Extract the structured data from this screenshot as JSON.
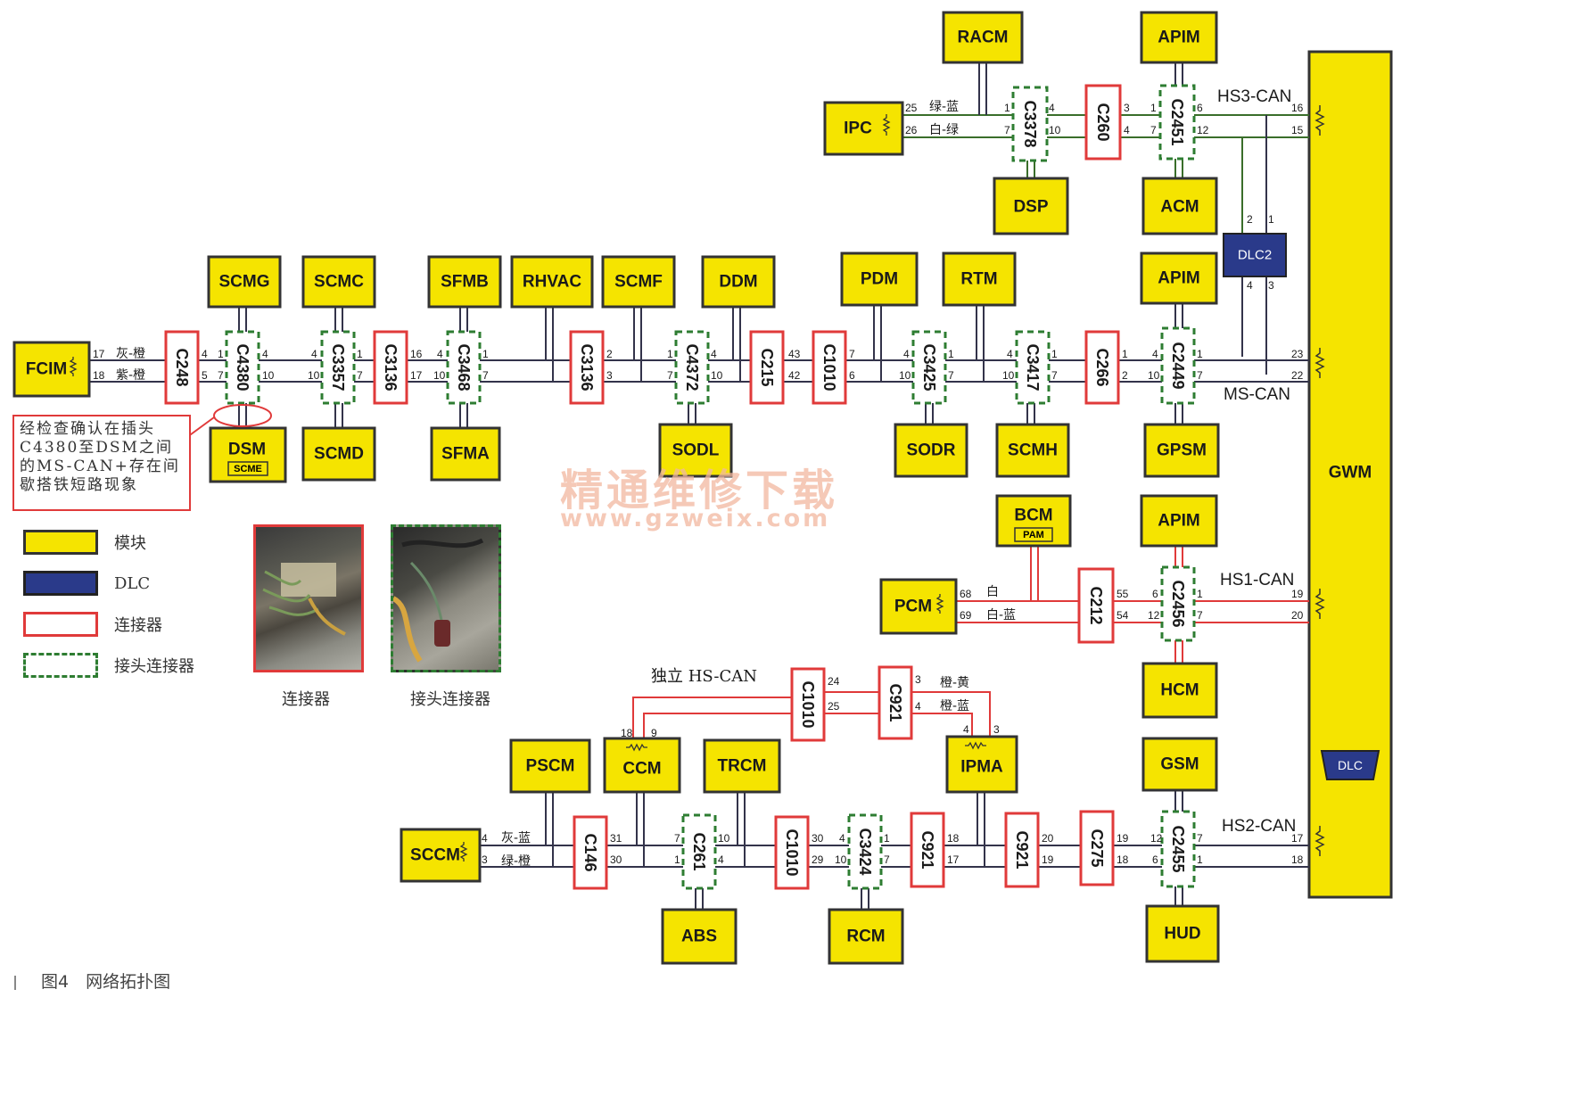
{
  "modules": {
    "racm": "RACM",
    "apim_top": "APIM",
    "ipc": "IPC",
    "dsp": "DSP",
    "acm": "ACM",
    "fcim": "FCIM",
    "scmg": "SCMG",
    "scmc": "SCMC",
    "sfmb": "SFMB",
    "rhvac": "RHVAC",
    "scmf": "SCMF",
    "ddm": "DDM",
    "pdm": "PDM",
    "rtm": "RTM",
    "apim_mid": "APIM",
    "dsm": "DSM",
    "dsm_sub": "SCME",
    "scmd": "SCMD",
    "sfma": "SFMA",
    "sodl": "SODL",
    "sodr": "SODR",
    "scmh": "SCMH",
    "gpsm": "GPSM",
    "bcm": "BCM",
    "bcm_sub": "PAM",
    "apim_hs1": "APIM",
    "pcm": "PCM",
    "hcm": "HCM",
    "pscm": "PSCM",
    "ccm": "CCM",
    "trcm": "TRCM",
    "ipma": "IPMA",
    "gsm": "GSM",
    "sccm": "SCCM",
    "abs": "ABS",
    "rcm": "RCM",
    "hud": "HUD",
    "gwm": "GWM",
    "dlc2": "DLC2",
    "dlc": "DLC"
  },
  "connectors": {
    "c3378": "C3378",
    "c260": "C260",
    "c2451": "C2451",
    "c248": "C248",
    "c4380": "C4380",
    "c3357": "C3357",
    "c3136a": "C3136",
    "c3468": "C3468",
    "c3136b": "C3136",
    "c4372": "C4372",
    "c215": "C215",
    "c1010a": "C1010",
    "c3425": "C3425",
    "c3417": "C3417",
    "c266": "C266",
    "c2449": "C2449",
    "c212": "C212",
    "c2456": "C2456",
    "c1010b": "C1010",
    "c921a": "C921",
    "c146": "C146",
    "c261": "C261",
    "c1010c": "C1010",
    "c3424": "C3424",
    "c921b": "C921",
    "c921c": "C921",
    "c275": "C275",
    "c2455": "C2455"
  },
  "buses": {
    "hs3": "HS3-CAN",
    "ms": "MS-CAN",
    "hs1": "HS1-CAN",
    "hs2": "HS2-CAN",
    "indep": "独立 HS-CAN"
  },
  "wire_colors": {
    "ipc_25": "绿-蓝",
    "ipc_26": "白-绿",
    "fcim_17": "灰-橙",
    "fcim_18": "紫-橙",
    "pcm_68": "白",
    "pcm_69": "白-蓝",
    "c921_3": "橙-黄",
    "c921_4": "橙-蓝",
    "sccm_4": "灰-蓝",
    "sccm_3": "绿-橙"
  },
  "pins": {
    "ipc": [
      "25",
      "26"
    ],
    "c3378_l": [
      "1",
      "7"
    ],
    "c3378_r": [
      "4",
      "10"
    ],
    "c260_l": [
      "3",
      "4"
    ],
    "c2451_l": [
      "1",
      "7"
    ],
    "c2451_r": [
      "6",
      "12"
    ],
    "gwm_hs3": [
      "16",
      "15"
    ],
    "dlc2_top": [
      "2",
      "1"
    ],
    "dlc2_bot": [
      "4",
      "3"
    ],
    "fcim": [
      "17",
      "18"
    ],
    "c248_r": [
      "4",
      "5"
    ],
    "c4380_l": [
      "1",
      "7"
    ],
    "c4380_r": [
      "4",
      "10"
    ],
    "c3357_l": [
      "4",
      "10"
    ],
    "c3357_r": [
      "1",
      "7"
    ],
    "c3136a_r": [
      "16",
      "17"
    ],
    "c3468_l": [
      "4",
      "10"
    ],
    "c3468_r": [
      "1",
      "7"
    ],
    "c3136b_r": [
      "2",
      "3"
    ],
    "c4372_l": [
      "1",
      "7"
    ],
    "c4372_r": [
      "4",
      "10"
    ],
    "c215_r": [
      "43",
      "42"
    ],
    "c1010a_r": [
      "7",
      "6"
    ],
    "c3425_l": [
      "4",
      "10"
    ],
    "c3425_r": [
      "1",
      "7"
    ],
    "c3417_l": [
      "4",
      "10"
    ],
    "c3417_r": [
      "1",
      "7"
    ],
    "c266_r": [
      "1",
      "2"
    ],
    "c2449_l": [
      "4",
      "10"
    ],
    "c2449_r": [
      "1",
      "7"
    ],
    "gwm_ms": [
      "23",
      "22"
    ],
    "pcm": [
      "68",
      "69"
    ],
    "c212_r": [
      "55",
      "54"
    ],
    "c2456_l": [
      "6",
      "12"
    ],
    "c2456_r": [
      "1",
      "7"
    ],
    "gwm_hs1": [
      "19",
      "20"
    ],
    "c1010b_l": [
      "24",
      "25"
    ],
    "c921a_r": [
      "3",
      "4"
    ],
    "ccm": [
      "18",
      "9"
    ],
    "ipma": [
      "4",
      "3"
    ],
    "sccm": [
      "4",
      "3"
    ],
    "c146_r": [
      "31",
      "30"
    ],
    "c261_l": [
      "7",
      "1"
    ],
    "c261_r": [
      "10",
      "4"
    ],
    "c1010c_r": [
      "30",
      "29"
    ],
    "c3424_l": [
      "4",
      "10"
    ],
    "c3424_r": [
      "1",
      "7"
    ],
    "c921b_r": [
      "18",
      "17"
    ],
    "c921c_r": [
      "20",
      "19"
    ],
    "c275_r": [
      "19",
      "18"
    ],
    "c2455_l": [
      "12",
      "6"
    ],
    "c2455_r": [
      "7",
      "1"
    ],
    "gwm_hs2": [
      "17",
      "18"
    ]
  },
  "note": "经检查确认在插头C4380至DSM之间的MS-CAN+存在间歇搭铁短路现象",
  "legend": [
    {
      "label": "模块",
      "color": "#f5e400"
    },
    {
      "label": "DLC",
      "color": "#2a3a8a"
    },
    {
      "label": "连接器",
      "color": "#e03a3a"
    },
    {
      "label": "接头连接器",
      "color": "#2e7d32"
    }
  ],
  "photo_captions": {
    "connector": "连接器",
    "splice": "接头连接器"
  },
  "watermark": {
    "cn": "精通维修下载",
    "url": "www.gzweix.com"
  },
  "figure_caption": "图4　网络拓扑图"
}
